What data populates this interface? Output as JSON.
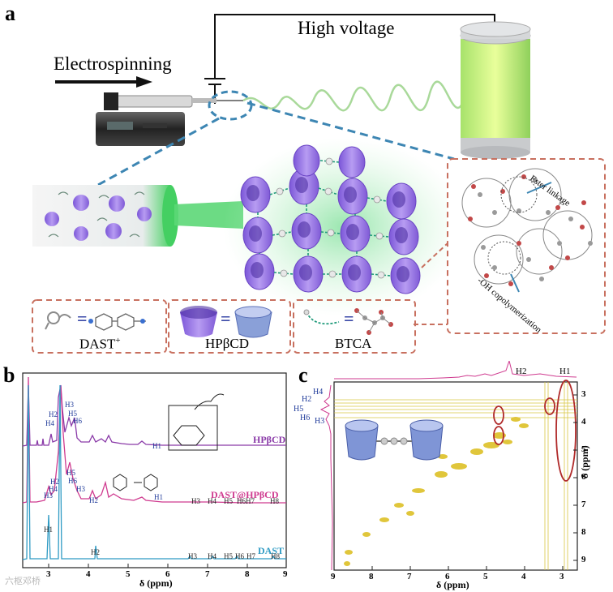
{
  "panels": {
    "a": "a",
    "b": "b",
    "c": "c"
  },
  "schematic": {
    "high_voltage": "High voltage",
    "electrospinning": "Electrospinning",
    "ester_linkage": "Ester linkage",
    "oh_copolymerization": "-OH copolymerization",
    "legend": {
      "dast": "DAST",
      "dast_sup": "+",
      "hpbcd": "HPβCD",
      "btca": "BTCA",
      "equals": "="
    }
  },
  "nmr": {
    "xlabel": "δ (ppm)",
    "xticks": [
      "3",
      "4",
      "5",
      "6",
      "7",
      "8",
      "9"
    ],
    "series": [
      {
        "name": "HPβCD",
        "color": "#8a3aa8"
      },
      {
        "name": "DAST@HPβCD",
        "color": "#cf3a8f"
      },
      {
        "name": "DAST",
        "color": "#2f9bc4"
      }
    ],
    "top_peaks": [
      "H2",
      "H4",
      "H3",
      "H5",
      "H6",
      "H1"
    ],
    "mid_peaks": [
      "H2",
      "H4",
      "H3",
      "H5",
      "H6",
      "H3",
      "H2",
      "H1",
      "H3",
      "H4",
      "H5",
      "H6H7",
      "H8"
    ],
    "bottom_peaks": [
      "H1",
      "H2",
      "H3",
      "H4",
      "H5",
      "H6",
      "H7",
      "H8"
    ]
  },
  "noesy": {
    "xlabel": "δ (ppm)",
    "ylabel": "δ (ppm)",
    "xticks": [
      "9",
      "8",
      "7",
      "6",
      "5",
      "4",
      "3"
    ],
    "yticks": [
      "3",
      "4",
      "5",
      "6",
      "7",
      "8",
      "9"
    ],
    "top_labels": [
      "H2",
      "H1"
    ],
    "left_labels": [
      "H4",
      "H2",
      "H5",
      "H6",
      "H3"
    ]
  },
  "watermark": "六枢邓桥"
}
